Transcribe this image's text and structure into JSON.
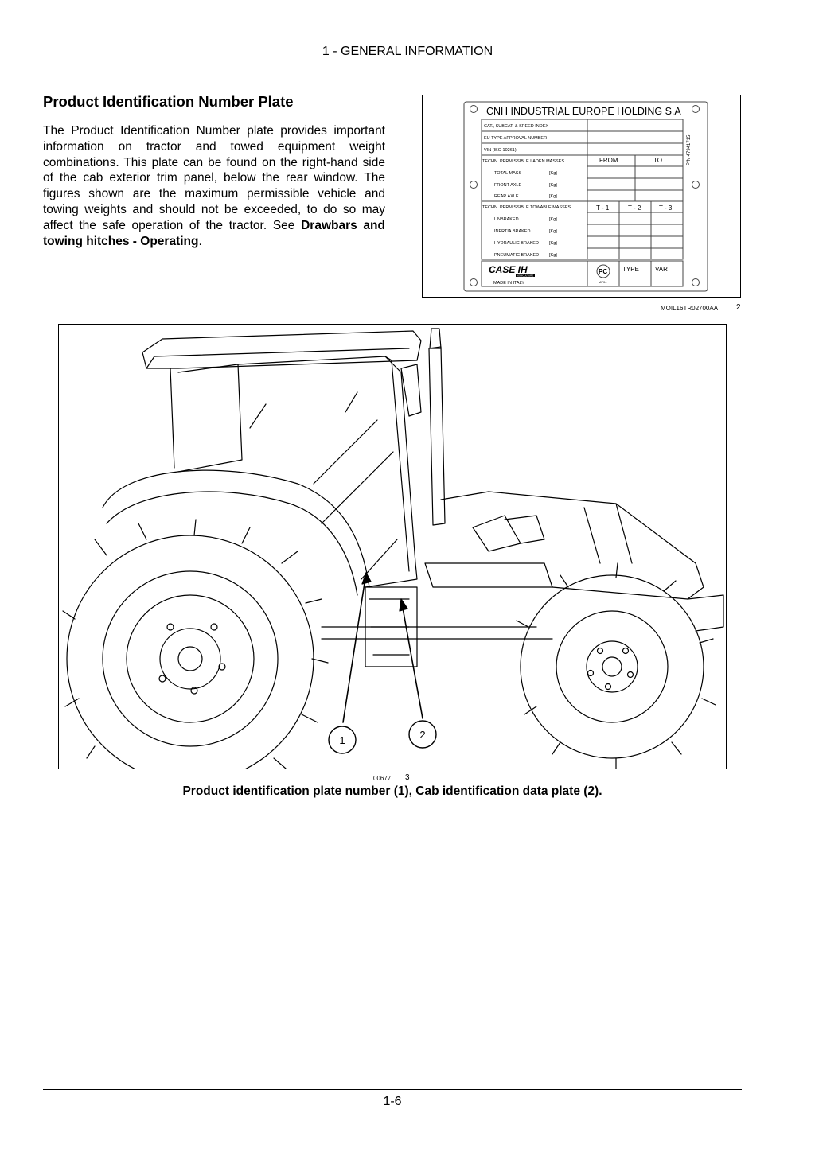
{
  "header": {
    "section": "1 - GENERAL INFORMATION"
  },
  "title": "Product Identification Number Plate",
  "body": {
    "text": "The Product Identification Number plate provides important information on tractor and towed equipment weight combinations.  This plate can be found on the right-hand side of the cab exterior trim panel, below the rear window. The figures shown are the maximum permissible vehicle and towing weights and should not be exceeded, to do so may affect the safe operation of the tractor.  See ",
    "link": "Drawbars and towing hitches - Operating",
    "end": "."
  },
  "plate": {
    "company": "CNH INDUSTRIAL EUROPE HOLDING S.A",
    "part_number": "P/N 47941715",
    "rows": [
      "CAT., SUBCAT. & SPEED INDEX",
      "EU TYPE APPROVAL NUMBER",
      "VIN (ISO 10261)"
    ],
    "laden_title": "TECHN. PERMISSIBLE LADEN MASSES",
    "laden_cols": [
      "FROM",
      "TO"
    ],
    "laden_rows": [
      {
        "label": "TOTAL MASS",
        "unit": "[Kg]"
      },
      {
        "label": "FRONT AXLE",
        "unit": "[Kg]"
      },
      {
        "label": "REAR AXLE",
        "unit": "[Kg]"
      }
    ],
    "towable_title": "TECHN. PERMISSIBLE TOWABLE MASSES",
    "towable_cols": [
      "T - 1",
      "T - 2",
      "T - 3"
    ],
    "towable_rows": [
      {
        "label": "UNBRAKED",
        "unit": "[Kg]"
      },
      {
        "label": "INERTIA BRAKED",
        "unit": "[Kg]"
      },
      {
        "label": "HYDRAULIC BRAKED",
        "unit": "[Kg]"
      },
      {
        "label": "PNEUMATIC BRAKED",
        "unit": "[Kg]"
      }
    ],
    "brand": "CASE IH",
    "brand_sub": "AGRICULTURE",
    "made_in": "MADE IN ITALY",
    "cert": "MP04",
    "type_label": "TYPE",
    "var_label": "VAR"
  },
  "figure2": {
    "ref": "MOIL16TR02700AA",
    "num": "2"
  },
  "figure3": {
    "ref": "00677",
    "num": "3",
    "callouts": [
      "1",
      "2"
    ]
  },
  "caption": "Product identification plate number (1), Cab identification data plate (2).",
  "footer": {
    "page": "1-6"
  }
}
